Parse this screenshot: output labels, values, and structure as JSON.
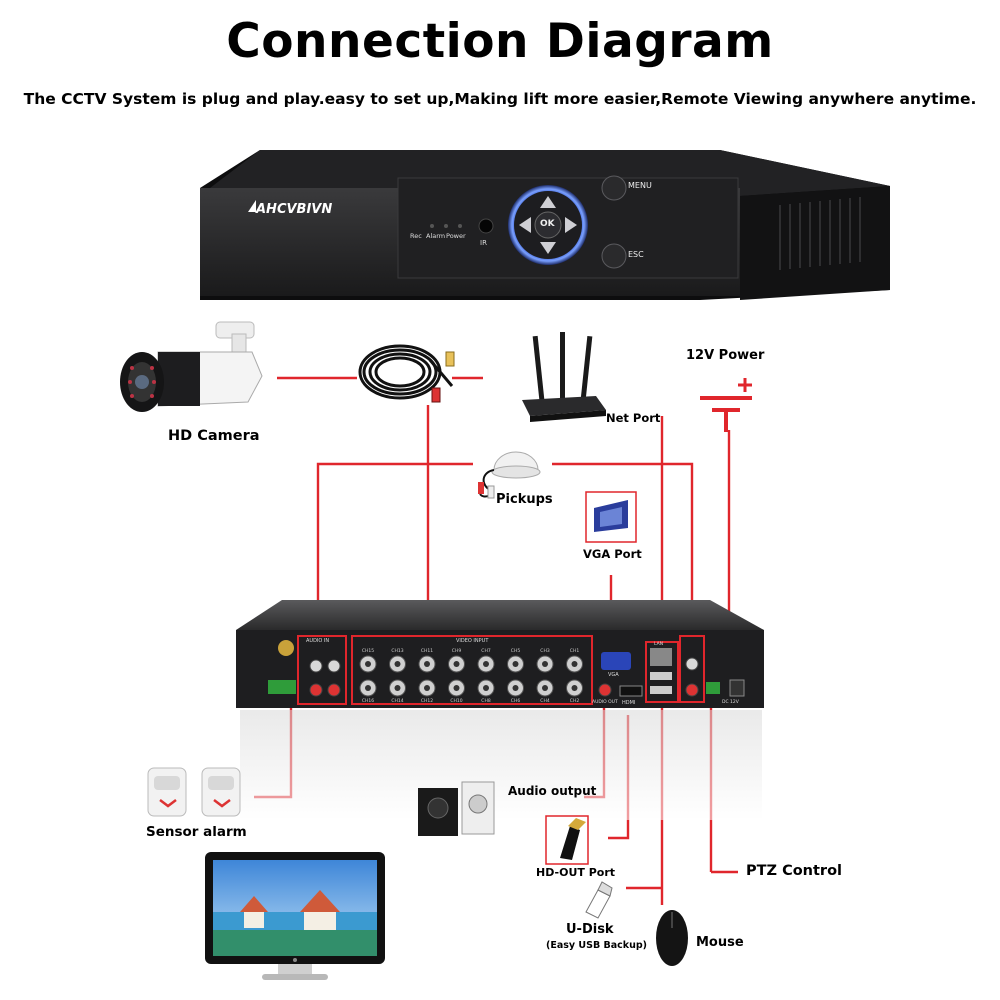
{
  "title": "Connection Diagram",
  "subtitle": "The CCTV System is plug and play.easy to set up,Making lift more easier,Remote Viewing anywhere anytime.",
  "dvr_front": {
    "brand": "AHCVBIVN",
    "indicators": [
      "Rec",
      "Alarm",
      "Power"
    ],
    "ir_label": "IR",
    "ok_label": "OK",
    "menu_label": "MENU",
    "esc_label": "ESC"
  },
  "dvr_rear": {
    "audio_in_label": "AUDIO IN",
    "video_input_label": "VIDEO INPUT",
    "vga_label": "VGA",
    "audio_out_label": "AUDIO OUT",
    "hdmi_label": "HDMI",
    "lan_label": "LAN",
    "dc_label": "DC 12V",
    "channels_top": [
      "CH15",
      "CH13",
      "CH11",
      "CH9",
      "CH7",
      "CH5",
      "CH3",
      "CH1"
    ],
    "channels_bottom": [
      "CH16",
      "CH14",
      "CH12",
      "CH10",
      "CH8",
      "CH6",
      "CH4",
      "CH2"
    ]
  },
  "labels": {
    "hd_camera": "HD Camera",
    "power": "12V Power",
    "net_port": "Net Port",
    "pickups": "Pickups",
    "vga_port": "VGA Port",
    "audio_output": "Audio output",
    "sensor_alarm": "Sensor alarm",
    "hd_out_port": "HD-OUT Port",
    "ptz_control": "PTZ Control",
    "u_disk": "U-Disk",
    "u_disk_note": "(Easy USB Backup)",
    "mouse": "Mouse"
  },
  "colors": {
    "connector": "#e0262c",
    "dvr_body": "#1c1c1e",
    "panel": "#2a2a2c"
  }
}
